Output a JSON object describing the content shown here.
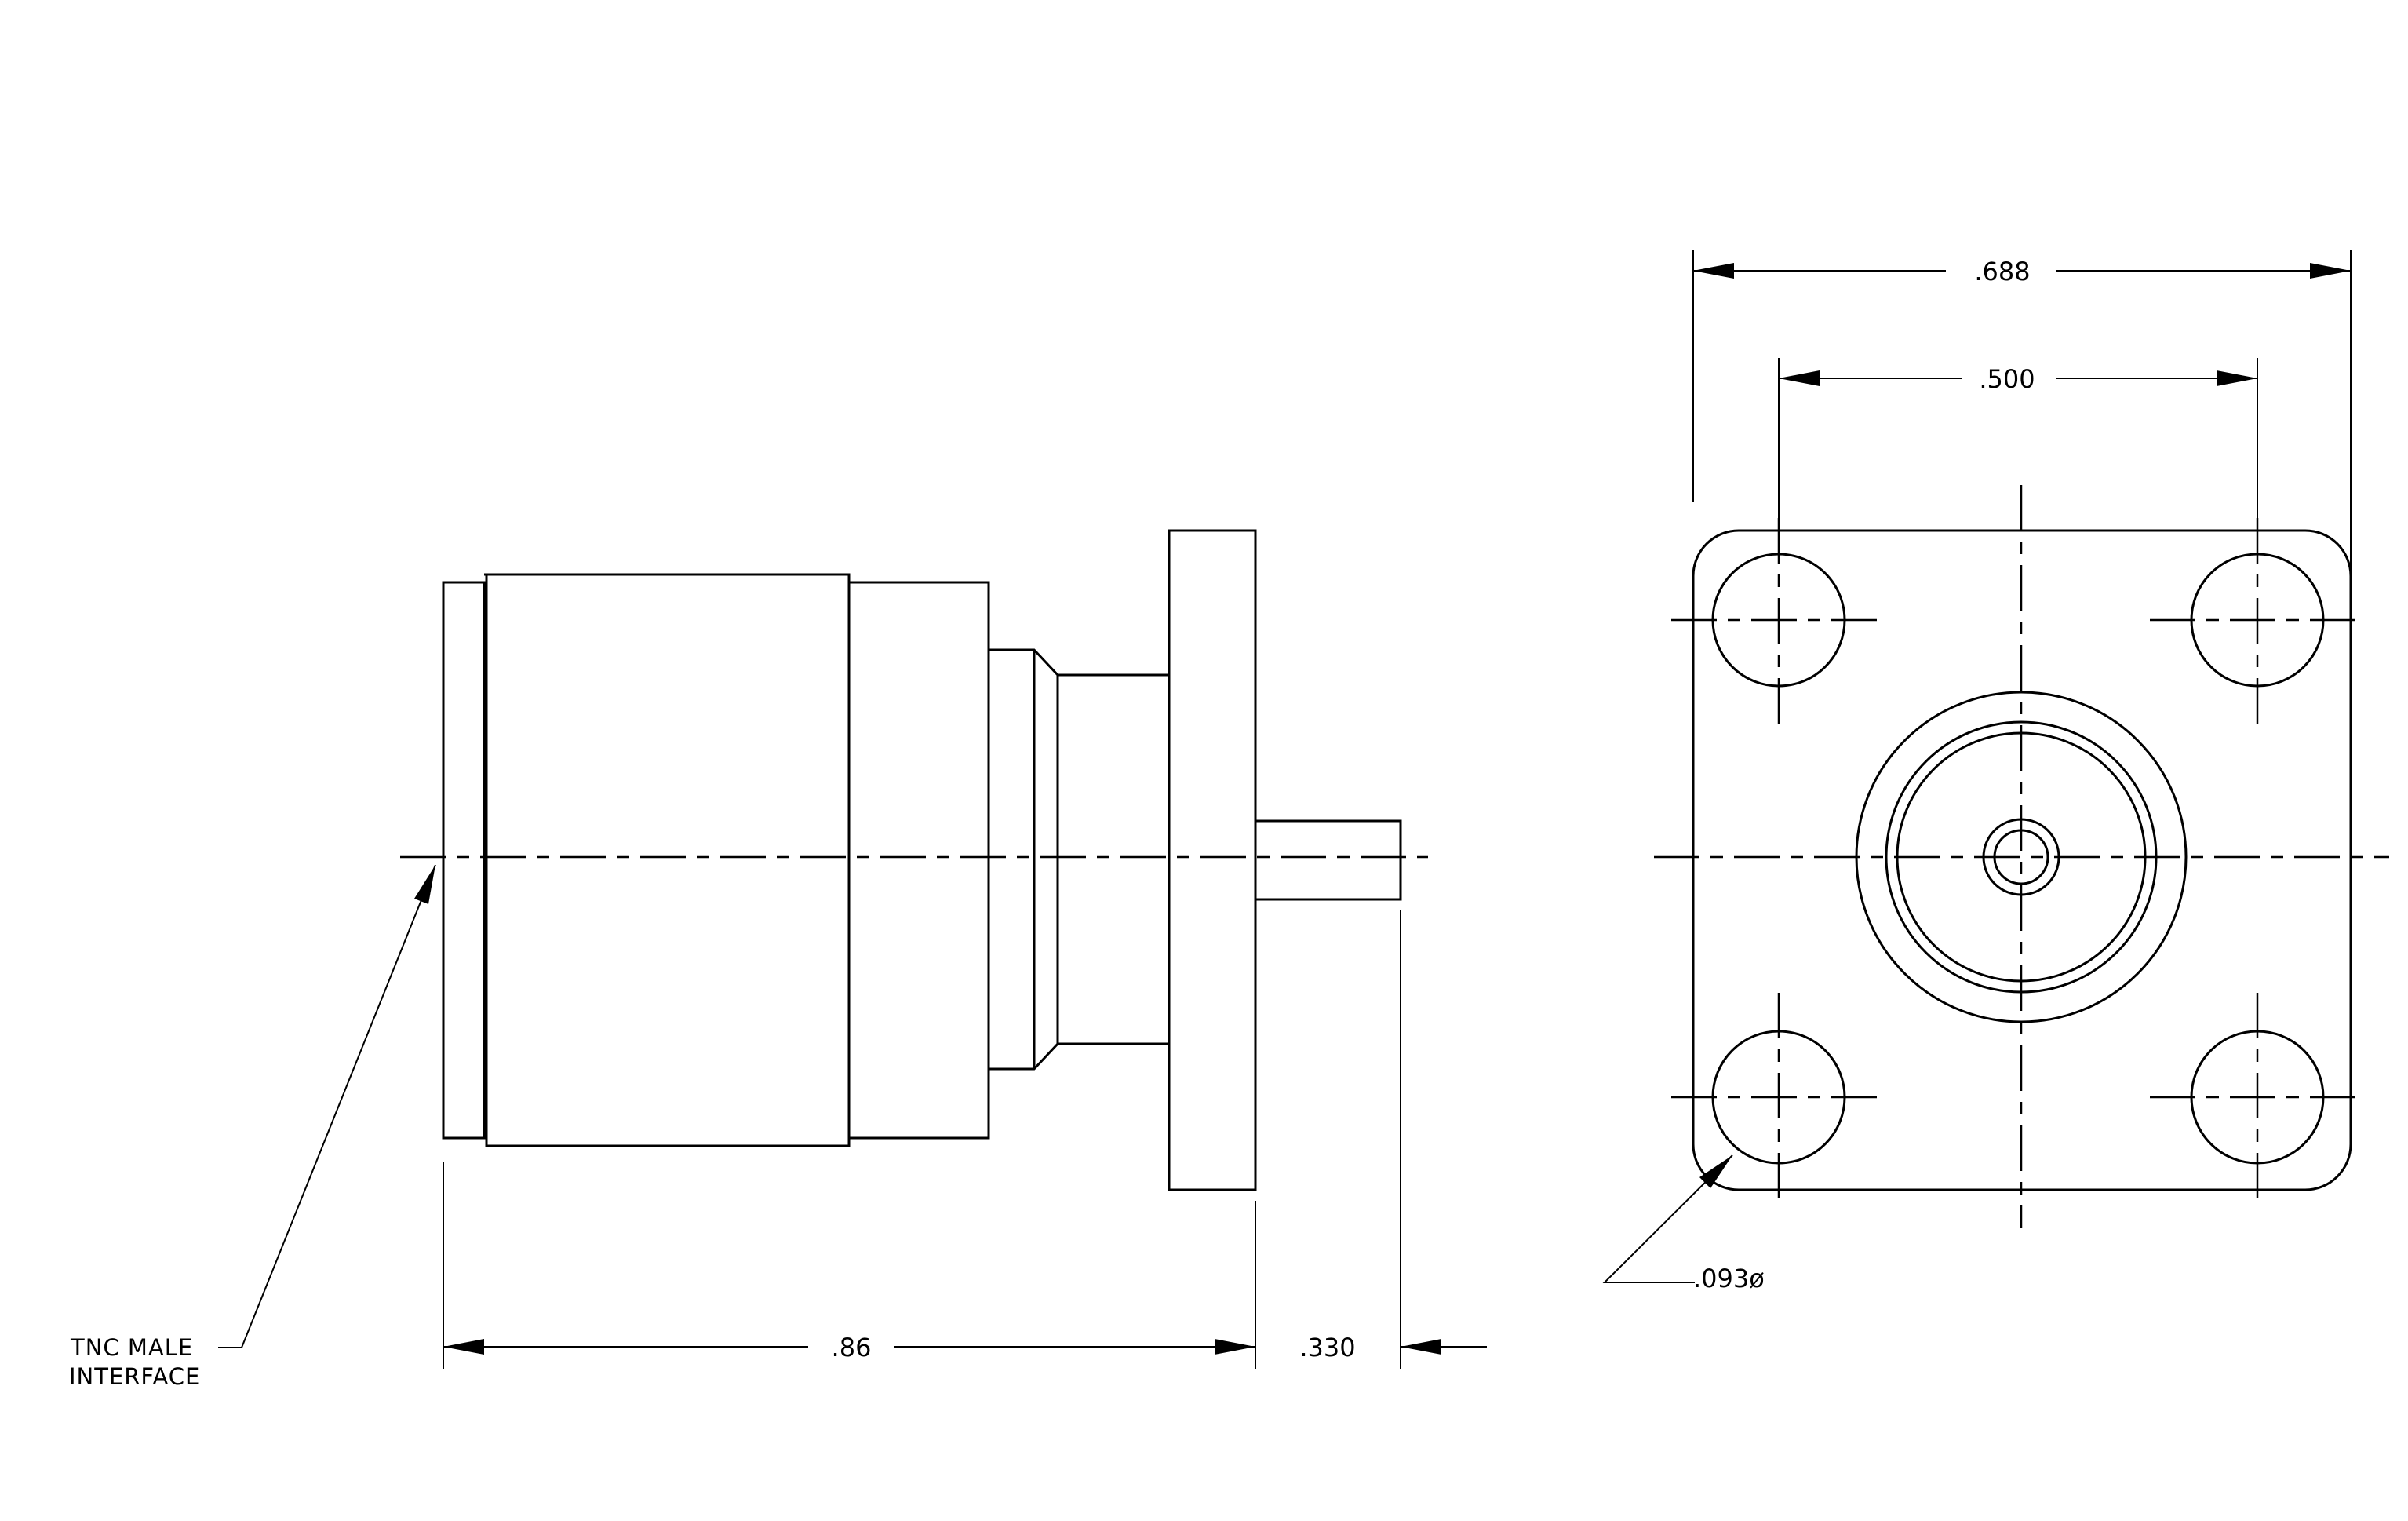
{
  "side_view": {
    "note_line1": "TNC MALE",
    "note_line2": "INTERFACE",
    "dim_length": ".86",
    "dim_pin": ".330"
  },
  "front_view": {
    "dim_overall": ".688",
    "dim_hole_spacing": ".500",
    "dim_hole_dia": ".093ø"
  },
  "colors": {
    "line": "#000000",
    "background": "#ffffff"
  }
}
